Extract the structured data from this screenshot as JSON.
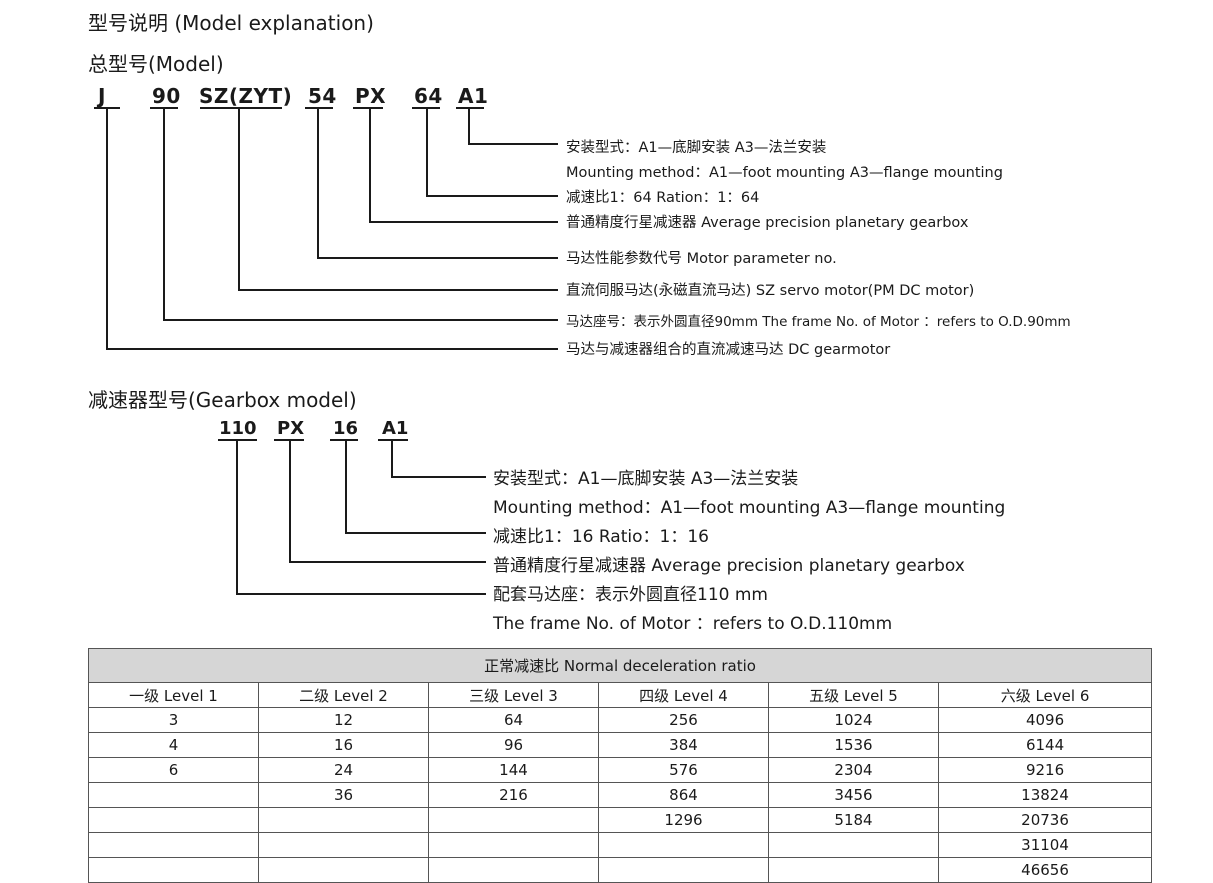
{
  "heading": "型号说明 (Model explanation)",
  "model_section": {
    "title": "总型号(Model)",
    "codes": [
      "J",
      "90",
      "SZ(ZYT)",
      "54",
      "PX",
      "64",
      "A1"
    ],
    "descriptions": [
      "安装型式：A1—底脚安装   A3—法兰安装",
      "Mounting method：A1—foot mounting A3—flange mounting",
      "减速比1：64   Ration：1：64",
      "普通精度行星减速器   Average precision planetary gearbox",
      "马达性能参数代号   Motor parameter no.",
      "直流伺服马达(永磁直流马达) SZ servo motor(PM DC motor)",
      "马达座号：表示外圆直径90mm The frame No. of Motor ：refers to O.D.90mm",
      "马达与减速器组合的直流减速马达   DC gearmotor"
    ]
  },
  "gearbox_section": {
    "title": "减速器型号(Gearbox model)",
    "codes": [
      "110",
      "PX",
      "16",
      "A1"
    ],
    "descriptions": [
      "安装型式：A1—底脚安装    A3—法兰安装",
      "Mounting method：A1—foot mounting A3—flange mounting",
      "减速比1：16    Ratio：1：16",
      "普通精度行星减速器   Average precision planetary gearbox",
      "配套马达座：表示外圆直径110 mm",
      "The frame No. of Motor ：refers to O.D.110mm"
    ]
  },
  "ratio_table": {
    "caption": "正常减速比  Normal deceleration ratio",
    "headers": [
      "一级 Level 1",
      "二级 Level 2",
      "三级 Level 3",
      "四级 Level 4",
      "五级 Level 5",
      "六级 Level 6"
    ],
    "rows": [
      [
        "3",
        "12",
        "64",
        "256",
        "1024",
        "4096"
      ],
      [
        "4",
        "16",
        "96",
        "384",
        "1536",
        "6144"
      ],
      [
        "6",
        "24",
        "144",
        "576",
        "2304",
        "9216"
      ],
      [
        "",
        "36",
        "216",
        "864",
        "3456",
        "13824"
      ],
      [
        "",
        "",
        "",
        "1296",
        "5184",
        "20736"
      ],
      [
        "",
        "",
        "",
        "",
        "",
        "31104"
      ],
      [
        "",
        "",
        "",
        "",
        "",
        "46656"
      ]
    ]
  }
}
